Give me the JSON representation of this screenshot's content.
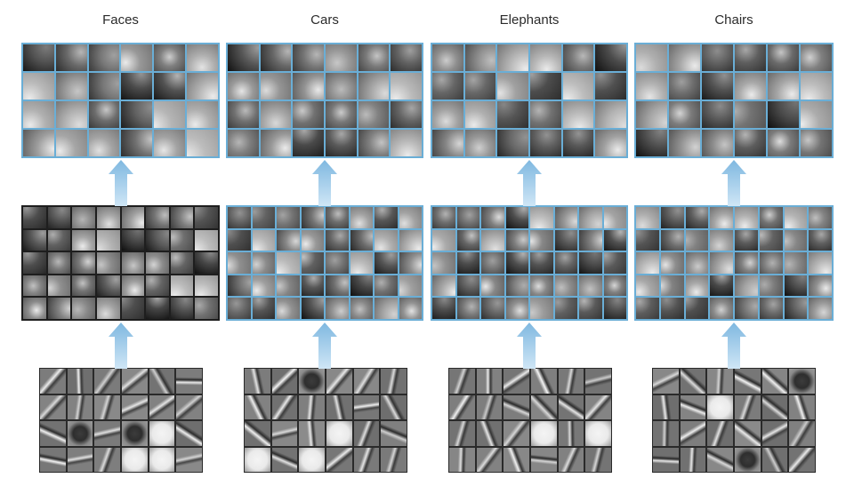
{
  "columns": [
    {
      "title": "Faces",
      "mid_border": "black"
    },
    {
      "title": "Cars",
      "mid_border": "blue"
    },
    {
      "title": "Elephants",
      "mid_border": "blue"
    },
    {
      "title": "Chairs",
      "mid_border": "blue"
    }
  ],
  "colors": {
    "frame_blue": "#6aaed6",
    "arrow_top": "#cfe6f6",
    "arrow_bottom": "#7fb8e0",
    "mid_frame_black": "#1e1e1e"
  },
  "icons": [
    "up-arrow-icon"
  ]
}
